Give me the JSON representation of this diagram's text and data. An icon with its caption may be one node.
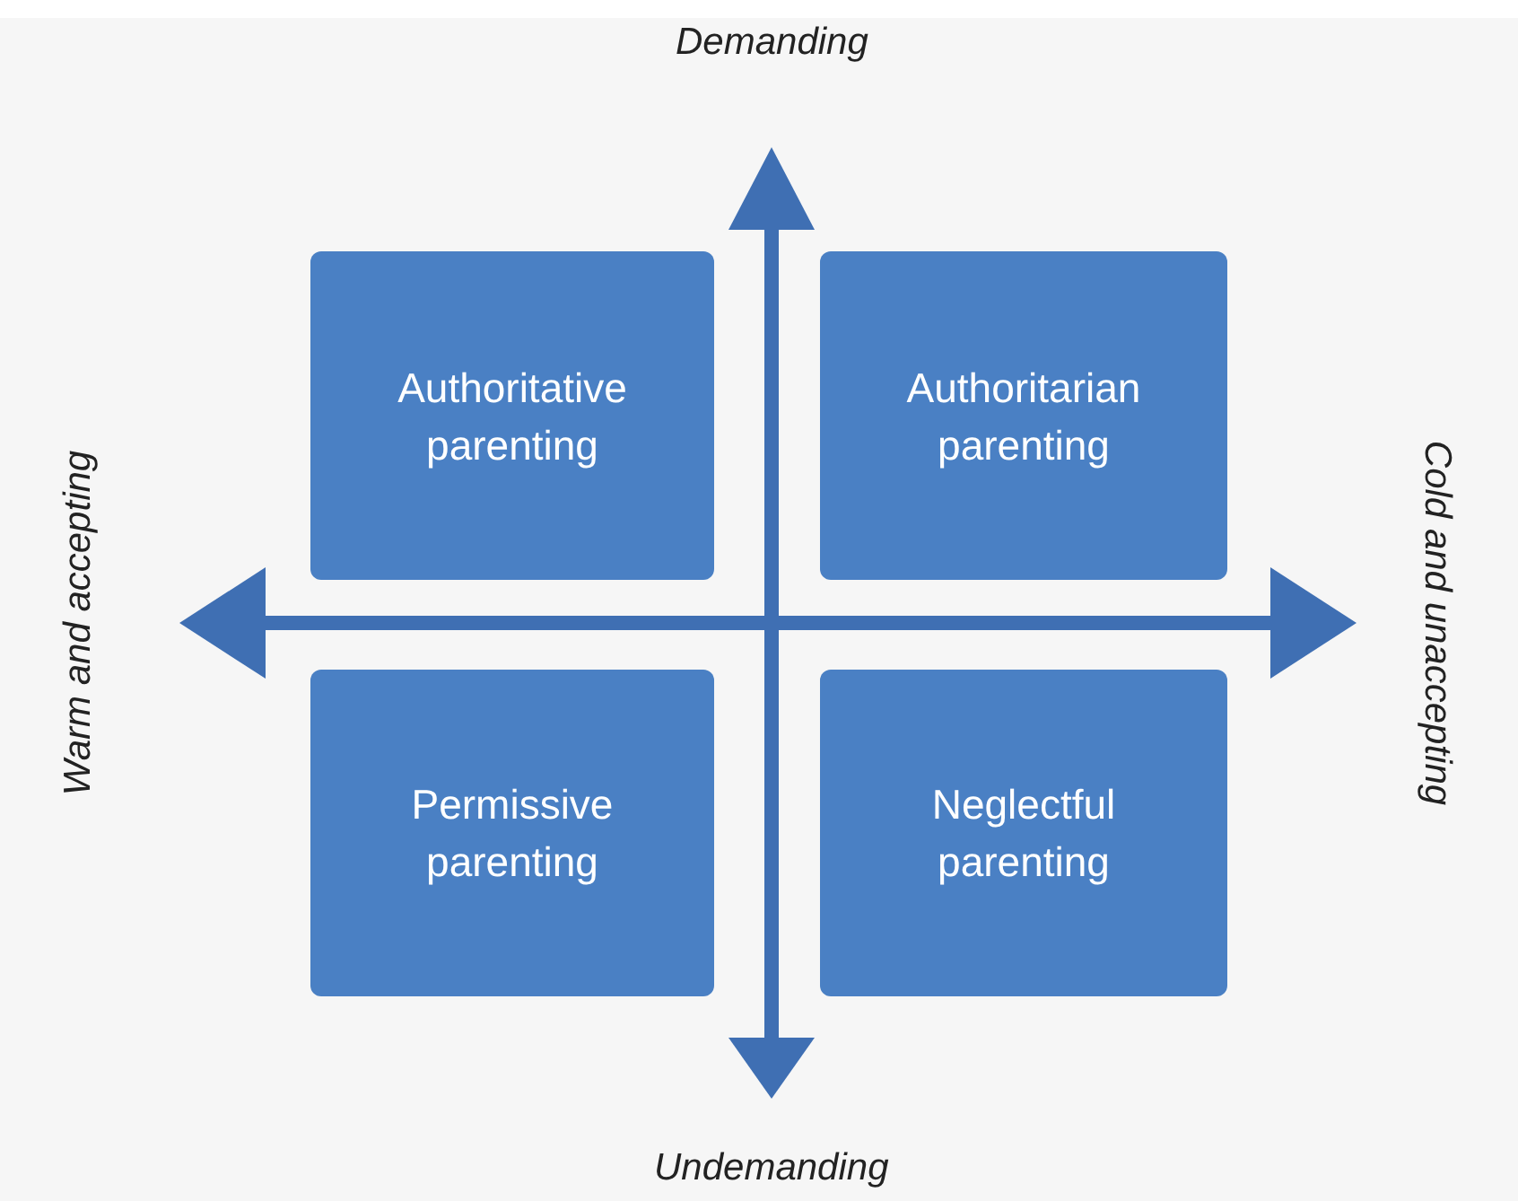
{
  "diagram": {
    "nodes": [
      {
        "text": [
          "Authoritative parenting"
        ]
      },
      {
        "text": [
          "Authoritarian parenting"
        ]
      },
      {
        "text": [
          "Permissive parenting"
        ]
      },
      {
        "text": [
          "Neglectful parenting"
        ]
      }
    ],
    "edges": [],
    "labels": [
      "Demanding",
      "Warm and accepting",
      "Cold and unaccepting",
      "Undemanding"
    ]
  }
}
